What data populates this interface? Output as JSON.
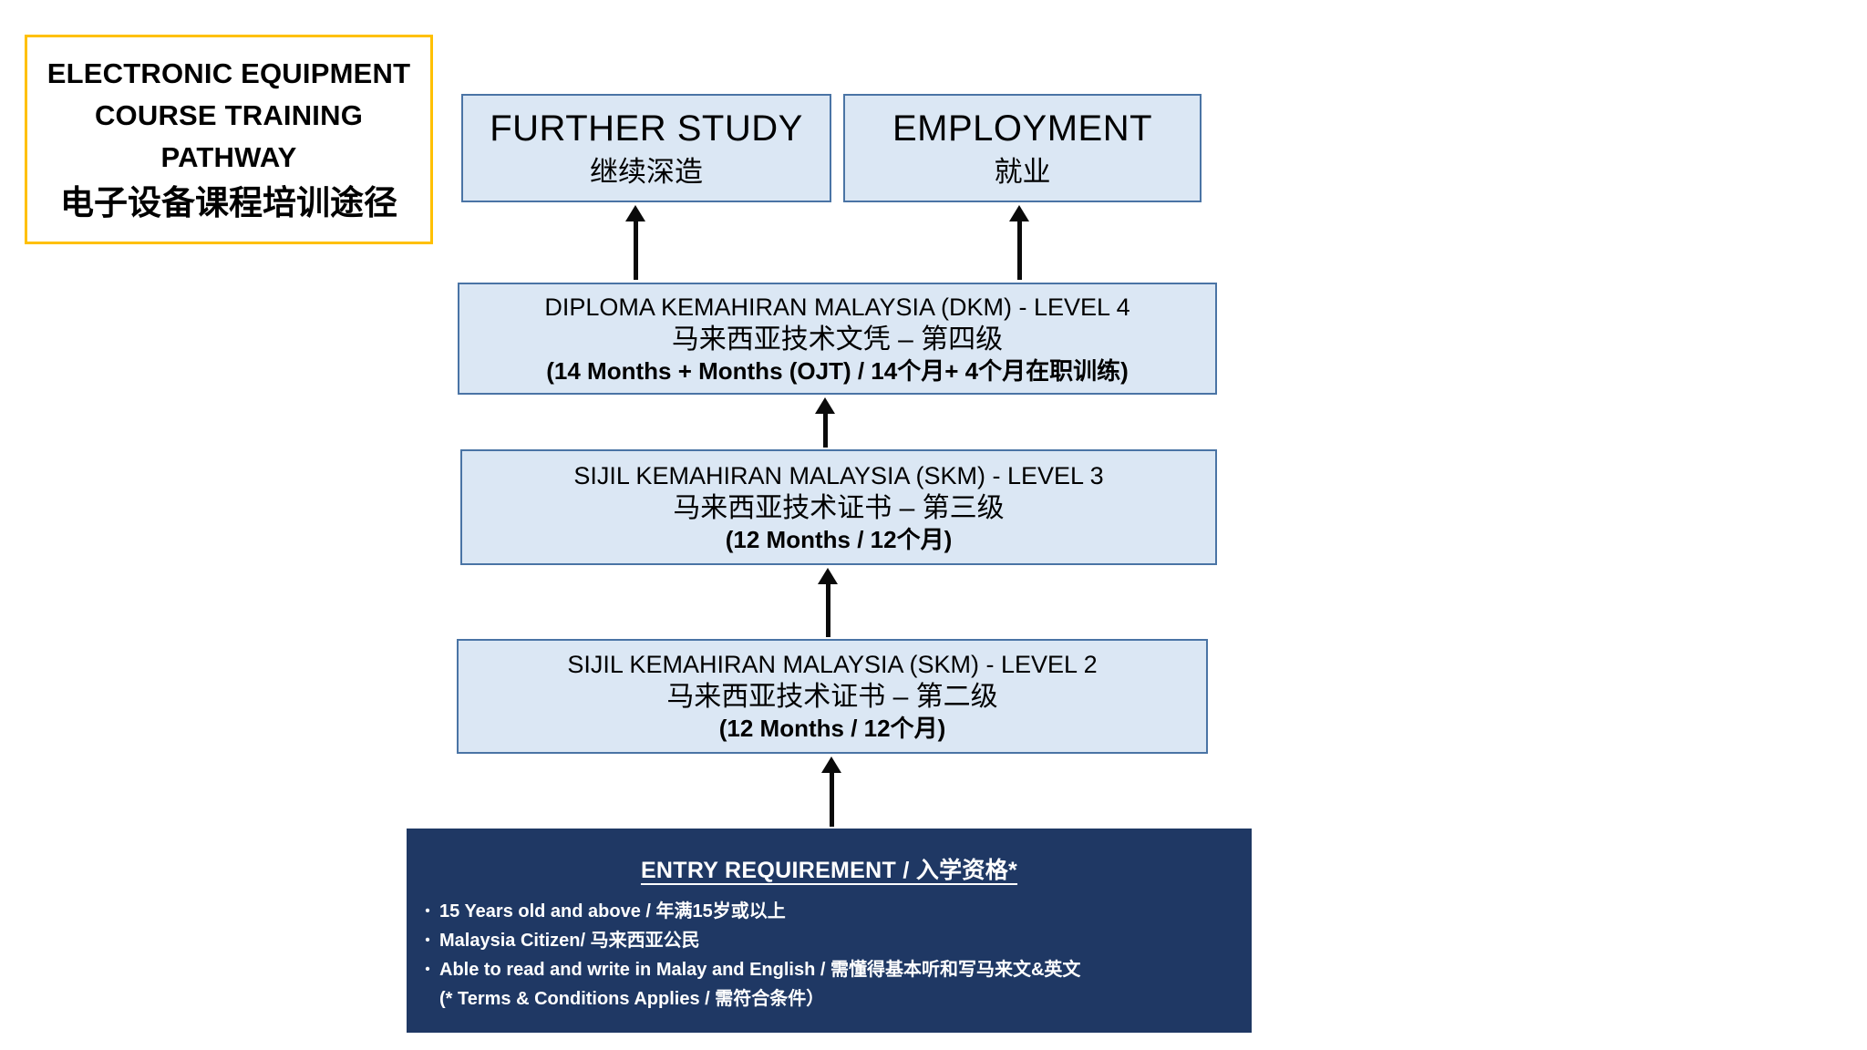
{
  "title_box": {
    "lines_en": [
      "ELECTRONIC EQUIPMENT",
      "COURSE TRAINING",
      "PATHWAY"
    ],
    "line_zh": "电子设备课程培训途径",
    "border_color": "#ffc000"
  },
  "outcome_boxes": [
    {
      "id": "further-study",
      "en": "FURTHER STUDY",
      "zh": "继续深造"
    },
    {
      "id": "employment",
      "en": "EMPLOYMENT",
      "zh": "就业"
    }
  ],
  "level_boxes": [
    {
      "id": "dkm-level4",
      "en": "DIPLOMA KEMAHIRAN MALAYSIA (DKM) - LEVEL 4",
      "zh": "马来西亚技术文凭 – 第四级",
      "duration": "(14 Months +  Months (OJT) / 14个月+ 4个月在职训练)"
    },
    {
      "id": "skm-level3",
      "en": "SIJIL KEMAHIRAN MALAYSIA (SKM) - LEVEL 3",
      "zh": "马来西亚技术证书 – 第三级",
      "duration": "(12 Months / 12个月)"
    },
    {
      "id": "skm-level2",
      "en": "SIJIL KEMAHIRAN MALAYSIA (SKM) - LEVEL 2",
      "zh": "马来西亚技术证书 – 第二级",
      "duration": "(12 Months / 12个月)"
    }
  ],
  "entry_box": {
    "title": "ENTRY REQUIREMENT  / 入学资格*",
    "bullet_glyph": "•",
    "bullets": [
      "15 Years old and above / 年满15岁或以上",
      "Malaysia Citizen/ 马来西亚公民",
      "Able to read and write in Malay and English / 需懂得基本听和写马来文&英文"
    ],
    "note": "(* Terms & Conditions Applies  / 需符合条件）",
    "background": "#1f3864"
  },
  "colors": {
    "box_fill": "#dbe7f4",
    "box_border": "#4a74a5",
    "entry_background": "#1f3864",
    "title_border": "#ffc000",
    "arrow": "#0a0a0a"
  }
}
